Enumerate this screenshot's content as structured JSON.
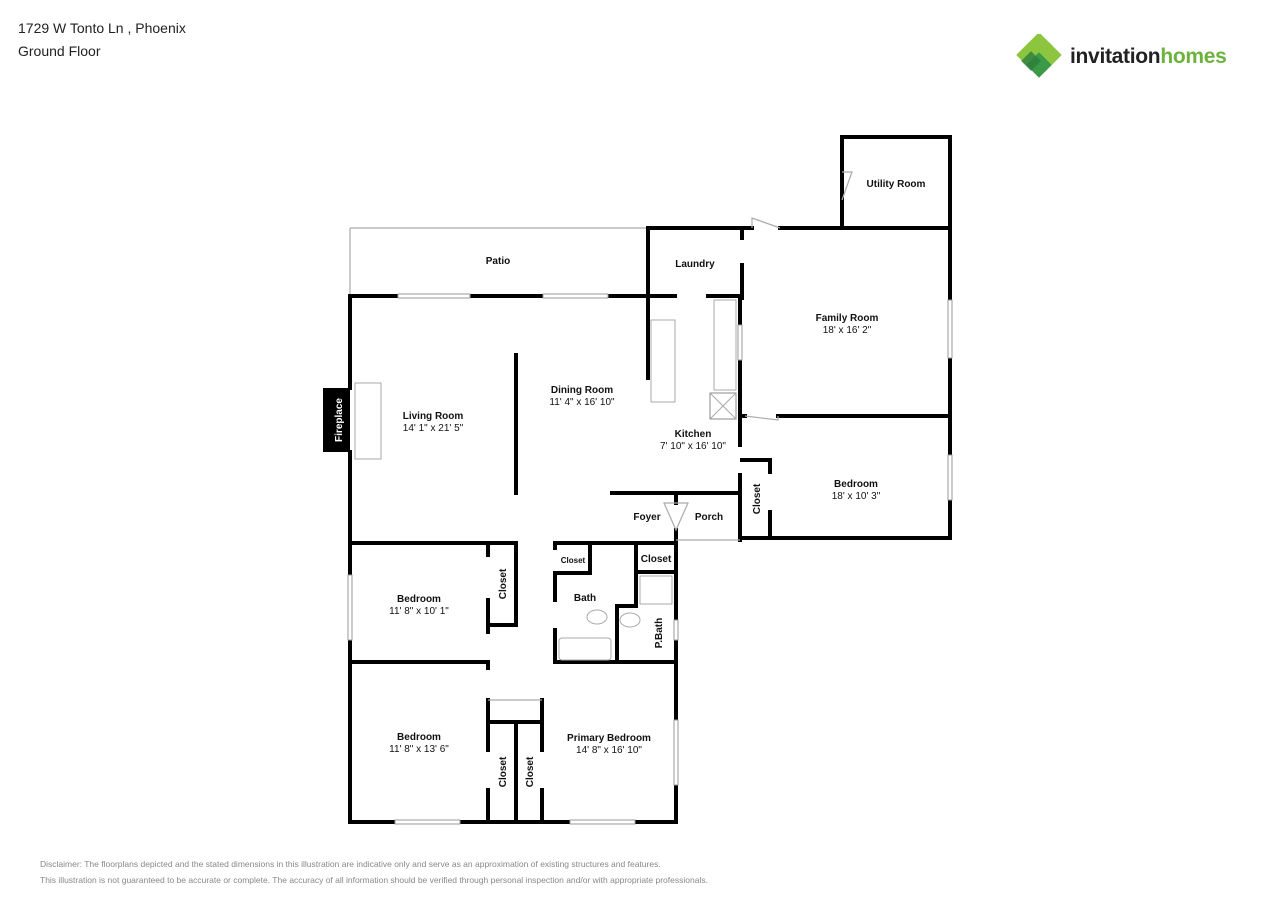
{
  "header": {
    "address": "1729 W Tonto Ln , Phoenix",
    "floor": "Ground Floor"
  },
  "logo": {
    "part1": "invitation",
    "part2": "homes",
    "colors": {
      "light": "#8cc63f",
      "dark": "#3a9a48"
    }
  },
  "rooms": {
    "utility": {
      "name": "Utility Room"
    },
    "patio": {
      "name": "Patio"
    },
    "laundry": {
      "name": "Laundry"
    },
    "family": {
      "name": "Family Room",
      "dims": "18' x 16' 2\""
    },
    "dining": {
      "name": "Dining Room",
      "dims": "11' 4\" x 16' 10\""
    },
    "living": {
      "name": "Living Room",
      "dims": "14' 1\" x 21' 5\""
    },
    "fireplace": {
      "name": "Fireplace"
    },
    "kitchen": {
      "name": "Kitchen",
      "dims": "7' 10\" x 16' 10\""
    },
    "bedroom_e": {
      "name": "Bedroom",
      "dims": "18' x 10' 3\""
    },
    "closet_e": {
      "name": "Closet"
    },
    "foyer": {
      "name": "Foyer"
    },
    "porch": {
      "name": "Porch"
    },
    "bedroom_w": {
      "name": "Bedroom",
      "dims": "11' 8\" x 10' 1\""
    },
    "closet_w": {
      "name": "Closet"
    },
    "closet_bath": {
      "name": "Closet"
    },
    "closet_hall": {
      "name": "Closet"
    },
    "bath": {
      "name": "Bath"
    },
    "pbath": {
      "name": "P.Bath"
    },
    "bedroom_sw": {
      "name": "Bedroom",
      "dims": "11' 8\" x 13' 6\""
    },
    "closet_sw": {
      "name": "Closet"
    },
    "closet_primary": {
      "name": "Closet"
    },
    "primary": {
      "name": "Primary Bedroom",
      "dims": "14' 8\" x 16' 10\""
    }
  },
  "disclaimer": {
    "line1": "Disclaimer: The floorplans depicted and the stated dimensions in this illustration are indicative only and serve as an approximation of existing structures and features.",
    "line2": "This illustration is not guaranteed to be accurate or complete. The accuracy of all information should be verified through personal inspection and/or with appropriate professionals."
  }
}
